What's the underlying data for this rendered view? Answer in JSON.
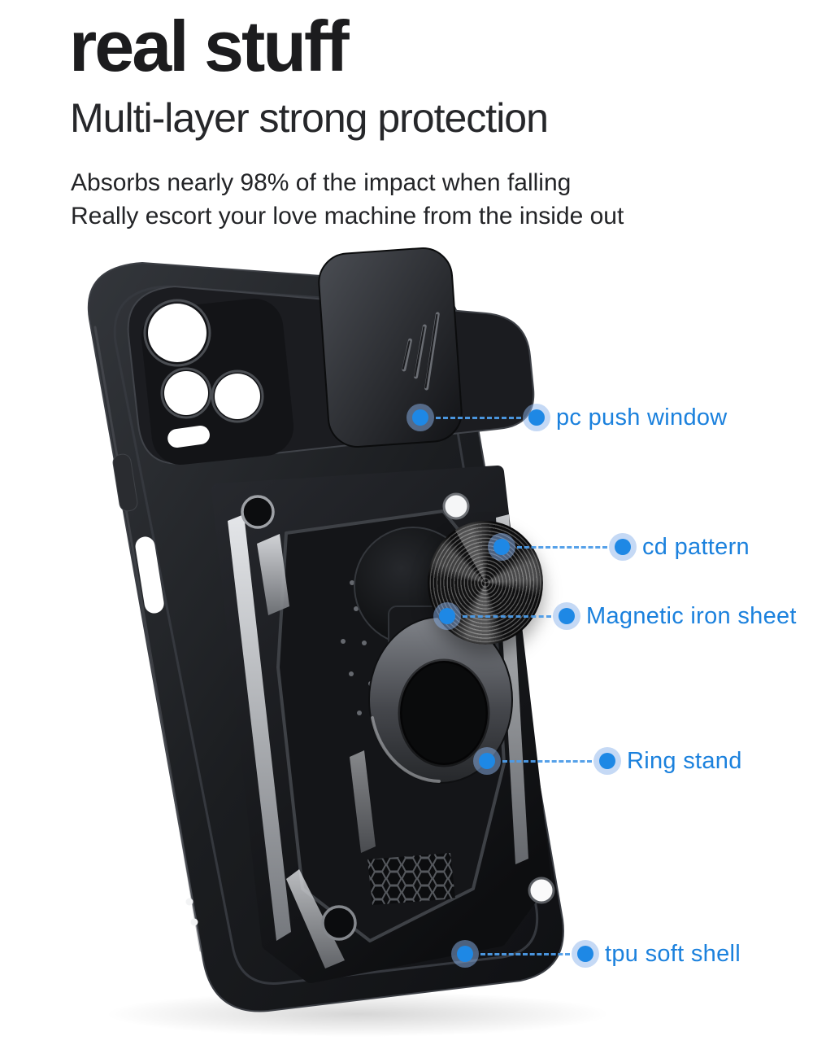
{
  "header": {
    "title": "real stuff",
    "subtitle": "Multi-layer strong protection",
    "description_line1": "Absorbs nearly 98% of the impact when falling",
    "description_line2": "Really escort your love machine from the inside out"
  },
  "product": {
    "name": "armor phone case with slide camera cover and ring stand",
    "parts": [
      "tpu soft shell",
      "pc push window",
      "camera lenses",
      "armor back plate",
      "cd pattern disc",
      "magnetic iron sheet",
      "ring stand",
      "honeycomb shock pad"
    ]
  },
  "callouts": [
    {
      "label": "pc push window"
    },
    {
      "label": "cd pattern"
    },
    {
      "label": "Magnetic iron sheet"
    },
    {
      "label": "Ring stand"
    },
    {
      "label": "tpu soft shell"
    }
  ],
  "colors": {
    "background": "#ffffff",
    "accent_blue_text": "#1b81dd",
    "marker_blue": "#1e88e5",
    "marker_halo": "rgba(140,180,235,0.5)",
    "case_black": "#17181b",
    "heading_dark": "#1c1c1e"
  }
}
